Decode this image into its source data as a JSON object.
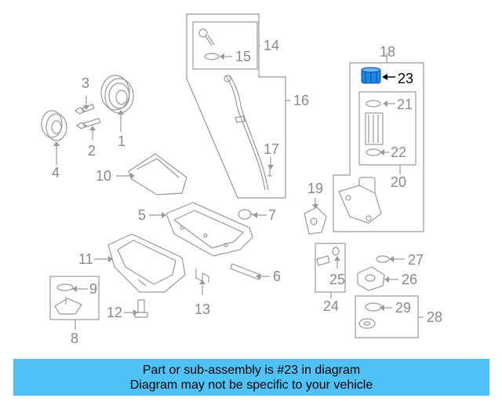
{
  "diagram": {
    "callouts": [
      "1",
      "2",
      "3",
      "4",
      "5",
      "6",
      "7",
      "8",
      "9",
      "10",
      "11",
      "12",
      "13",
      "14",
      "15",
      "16",
      "17",
      "18",
      "19",
      "20",
      "21",
      "22",
      "23",
      "24",
      "25",
      "26",
      "27",
      "28",
      "29"
    ],
    "highlighted_callout": "23",
    "colors": {
      "highlight": "#1e88e5",
      "linework": "#9a9a9a",
      "banner": "#4fc3f7"
    }
  },
  "banner": {
    "line1": "Part or sub-assembly is #23 in diagram",
    "line2": "Diagram may not be specific to your vehicle"
  }
}
